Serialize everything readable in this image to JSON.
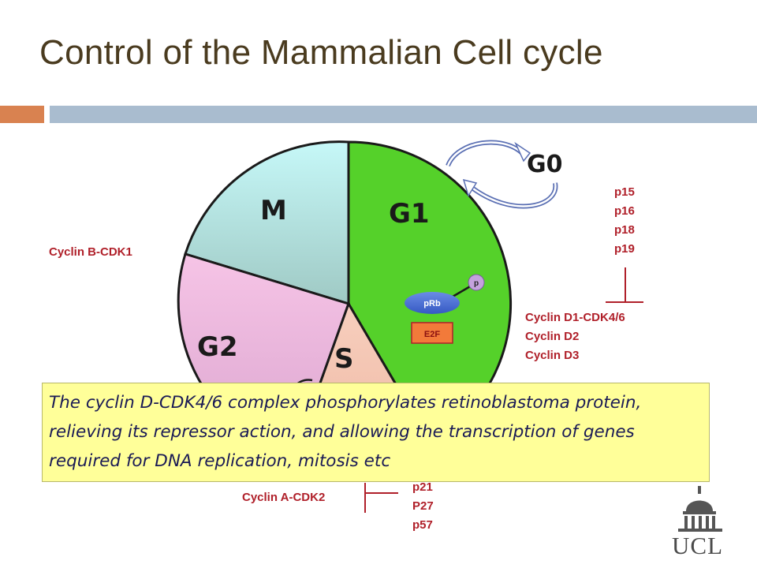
{
  "title": "Control of the Mammalian Cell cycle",
  "colors": {
    "title": "#4a3b1f",
    "accent_bar": "#d98250",
    "main_bar": "#a9bccf",
    "inhibitor_red": "#b0202a",
    "g1": "#55d12a",
    "m": "#bfeef0",
    "g2": "#f1b8dd",
    "s": "#f4c8b4",
    "callout_bg": "#ffff99",
    "callout_text": "#1a1a55"
  },
  "cycle": {
    "phases": [
      {
        "name": "M",
        "icon": "pie-segment"
      },
      {
        "name": "G1",
        "icon": "pie-segment"
      },
      {
        "name": "G2",
        "icon": "pie-segment"
      },
      {
        "name": "S",
        "icon": "pie-segment"
      }
    ],
    "g0_label": "G0",
    "g0_icon": "circular-arrow-icon",
    "prb_label": "pRb",
    "p_label": "p",
    "e2f_label": "E2F"
  },
  "labels": {
    "cyclin_b": "Cyclin B-CDK1",
    "cyclin_a": "Cyclin A-CDK2",
    "cyclin_d": [
      "Cyclin D1-CDK4/6",
      "Cyclin D2",
      "Cyclin D3"
    ],
    "inhibitors_g1": [
      "p15",
      "p16",
      "p18",
      "p19"
    ],
    "inhibitors_s": [
      "p21",
      "P27",
      "p57"
    ]
  },
  "callout": {
    "text": "The cyclin D-CDK4/6 complex phosphorylates retinoblastoma protein, relieving its repressor action, and allowing the transcription of  genes required for DNA replication, mitosis etc"
  },
  "logo": {
    "text": "UCL",
    "icon": "ucl-dome-logo"
  }
}
